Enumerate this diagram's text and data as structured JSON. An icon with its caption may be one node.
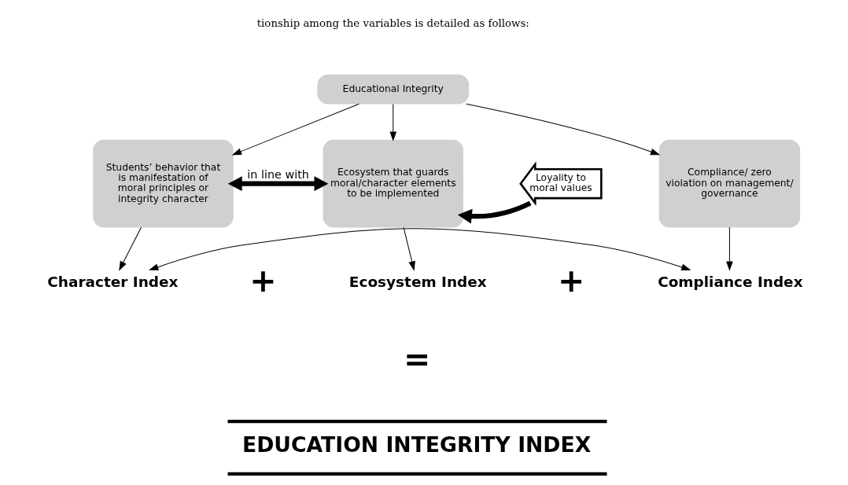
{
  "diagram": {
    "nodes": [
      {
        "text": [
          "Educational Integrity"
        ]
      },
      {
        "text": [
          "Students’ behavior that is manifestation of moral principles or integrity character"
        ]
      },
      {
        "text": [
          "Ecosystem that guards moral/character elements to be implemented"
        ]
      },
      {
        "text": [
          "Compliance/ zero violation on management/ governance"
        ]
      },
      {
        "text": [
          "Character Index"
        ]
      },
      {
        "text": [
          "Ecosystem Index"
        ]
      },
      {
        "text": [
          "Compliance Index"
        ]
      },
      {
        "text": [
          "Loyality to moral values"
        ]
      },
      {
        "text": [
          "EDUCATION INTEGRITY INDEX"
        ]
      }
    ],
    "edges": [
      {
        "from": 0,
        "to": 1,
        "arrow": "to"
      },
      {
        "from": 0,
        "to": 2,
        "arrow": "to"
      },
      {
        "from": 0,
        "to": 3,
        "arrow": "to"
      },
      {
        "from": 1,
        "to": 2,
        "label": "in line with",
        "arrow": "both",
        "style": "thick"
      },
      {
        "from": 7,
        "to": 2,
        "arrow": "to",
        "style": "thick"
      },
      {
        "from": 1,
        "to": 4,
        "arrow": "to"
      },
      {
        "from": 2,
        "to": 5,
        "arrow": "to"
      },
      {
        "from": 3,
        "to": 6,
        "arrow": "to"
      },
      {
        "from": 4,
        "to": 6,
        "arrow": "both"
      }
    ],
    "labels": [
      "tionship among the variables is detailed as follows:",
      "+",
      "+",
      "="
    ]
  }
}
